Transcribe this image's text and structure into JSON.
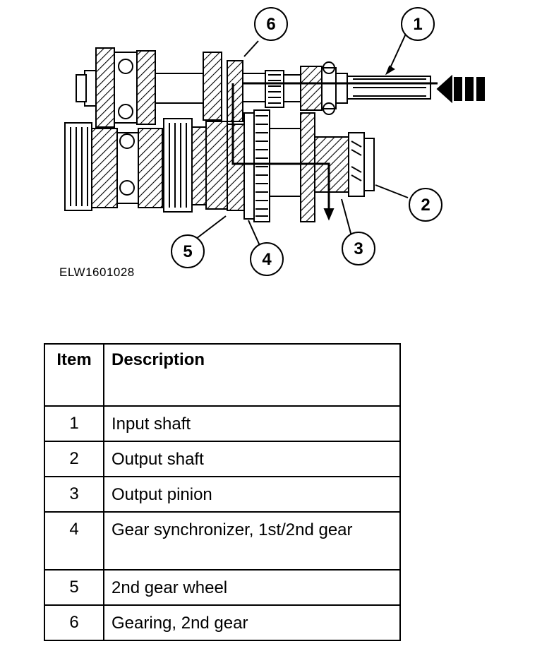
{
  "figure_id": "ELW1601028",
  "callouts": [
    "1",
    "2",
    "3",
    "4",
    "5",
    "6"
  ],
  "table": {
    "headers": {
      "item": "Item",
      "description": "Description"
    },
    "rows": [
      {
        "item": "1",
        "description": "Input shaft"
      },
      {
        "item": "2",
        "description": "Output shaft"
      },
      {
        "item": "3",
        "description": "Output pinion"
      },
      {
        "item": "4",
        "description": "Gear synchronizer, 1st/2nd gear"
      },
      {
        "item": "5",
        "description": "2nd gear wheel"
      },
      {
        "item": "6",
        "description": "Gearing, 2nd gear"
      }
    ]
  }
}
